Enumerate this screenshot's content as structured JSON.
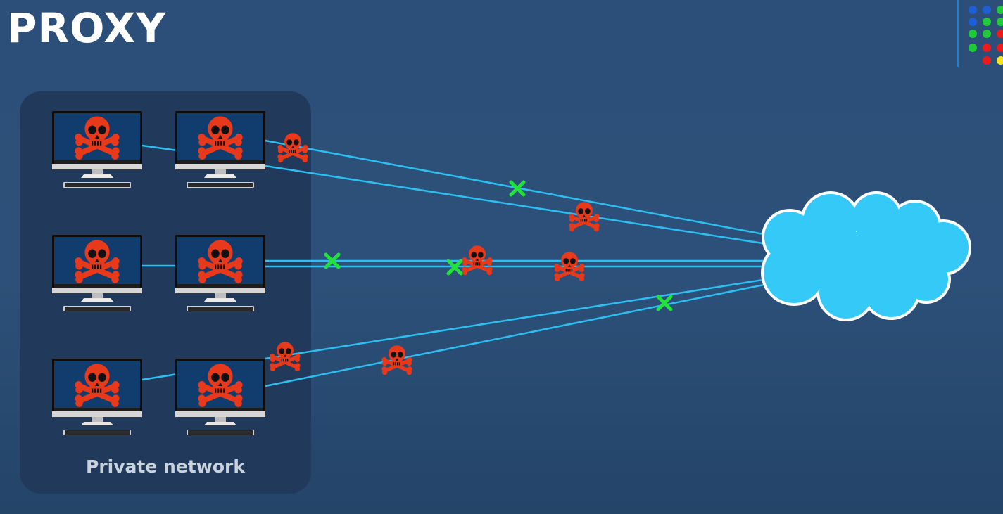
{
  "slide": {
    "title": "PROXY"
  },
  "network": {
    "label": "Private network",
    "computer_count": 6
  },
  "icons": {
    "computer": "desktop-computer-icon",
    "skull": "skull-and-crossbones-icon",
    "block": "green-x-mark-icon",
    "cloud": "internet-cloud-icon"
  },
  "colors": {
    "background": "#2b4f78",
    "panel": "#21395a",
    "link_line": "#2bbff2",
    "skull": "#e8391b",
    "x_mark": "#22e33a",
    "cloud_fill": "#35c9f8",
    "cloud_outline": "#ffffff"
  },
  "decor": {
    "dot_colors": [
      "#1e5fd6",
      "#1e5fd6",
      "#22c93a",
      "#1e5fd6",
      "#22c93a",
      "#22c93a",
      "#22c93a",
      "#22c93a",
      "#ee1a1a",
      "#22c93a",
      "#ee1a1a",
      "#ee1a1a",
      "#ee1a1a",
      "#f5e31b"
    ]
  }
}
